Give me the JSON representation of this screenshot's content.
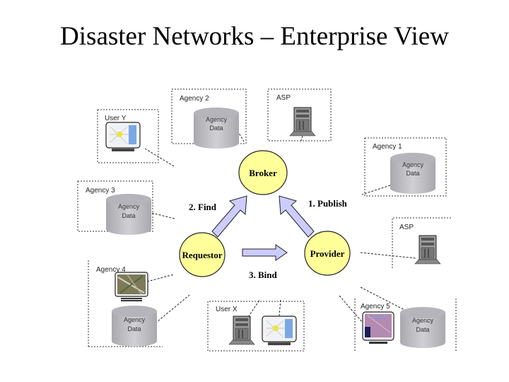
{
  "title": "Disaster Networks – Enterprise View",
  "colors": {
    "node_fill": "#ffff99",
    "arrow_fill": "#ccccff",
    "db_fill": "#c0c0c4",
    "box_border": "#333333"
  },
  "nodes": {
    "broker": "Broker",
    "requestor": "Requestor",
    "provider": "Provider"
  },
  "edges": {
    "publish": "1. Publish",
    "find": "2. Find",
    "bind": "3. Bind"
  },
  "groups": {
    "user_y": {
      "label": "User Y",
      "icon": "monitor-map-icon"
    },
    "agency_2": {
      "label": "Agency 2",
      "db_line1": "Agency",
      "db_line2": "Data"
    },
    "asp_top": {
      "label": "ASP",
      "icon": "server-tower-icon"
    },
    "agency_1": {
      "label": "Agency 1",
      "db_line1": "Agency",
      "db_line2": "Data"
    },
    "agency_3": {
      "label": "Agency 3",
      "db_line1": "Agency",
      "db_line2": "Data"
    },
    "asp_right": {
      "label": "ASP",
      "icon": "server-tower-icon"
    },
    "agency_4": {
      "label": "Agency 4",
      "db_line1": "Agency",
      "db_line2": "Data",
      "icon": "monitor-aerial-photo-icon"
    },
    "user_x": {
      "label": "User X",
      "icons": [
        "server-tower-icon",
        "monitor-map-icon"
      ]
    },
    "agency_5": {
      "label": "Agency 5",
      "db_line1": "Agency",
      "db_line2": "Data",
      "icon": "monitor-satellite-image-icon"
    }
  }
}
